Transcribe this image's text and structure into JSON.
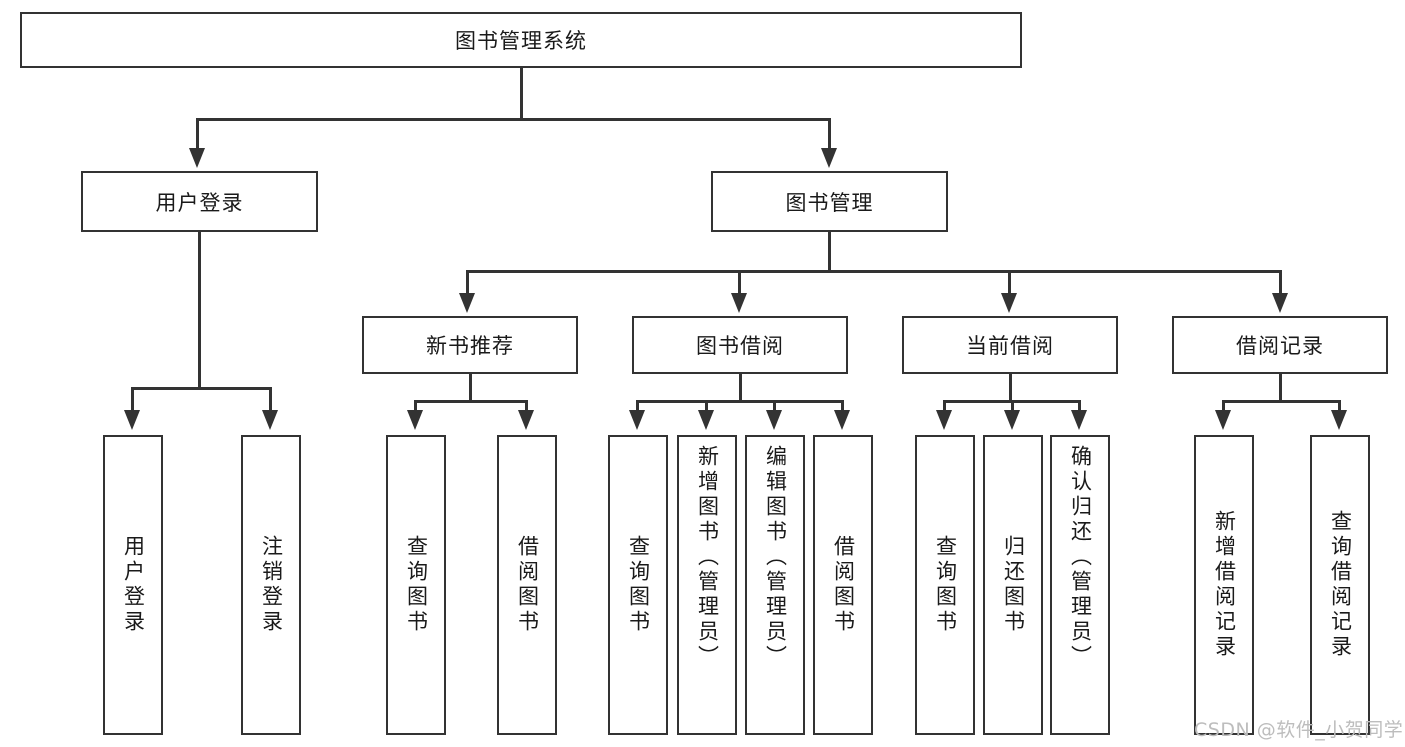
{
  "diagram": {
    "type": "hierarchy-tree",
    "root": {
      "label": "图书管理系统"
    },
    "level2": [
      {
        "label": "用户登录"
      },
      {
        "label": "图书管理"
      }
    ],
    "level3": [
      {
        "label": "新书推荐"
      },
      {
        "label": "图书借阅"
      },
      {
        "label": "当前借阅"
      },
      {
        "label": "借阅记录"
      }
    ],
    "leaves": {
      "user_login": [
        {
          "label": "用户登录"
        },
        {
          "label": "注销登录"
        }
      ],
      "new_book_recommend": [
        {
          "label": "查询图书"
        },
        {
          "label": "借阅图书"
        }
      ],
      "book_borrow": [
        {
          "label": "查询图书"
        },
        {
          "label": "新增图书（管理员）"
        },
        {
          "label": "编辑图书（管理员）"
        },
        {
          "label": "借阅图书"
        }
      ],
      "current_borrow": [
        {
          "label": "查询图书"
        },
        {
          "label": "归还图书"
        },
        {
          "label": "确认归还（管理员）"
        }
      ],
      "borrow_record": [
        {
          "label": "新增借阅记录"
        },
        {
          "label": "查询借阅记录"
        }
      ]
    }
  },
  "watermark": {
    "text": "CSDN @软件_小贺同学"
  },
  "colors": {
    "stroke": "#333333",
    "fill": "#ffffff",
    "text": "#1a1a1a",
    "watermark": "#bdbdbd"
  }
}
